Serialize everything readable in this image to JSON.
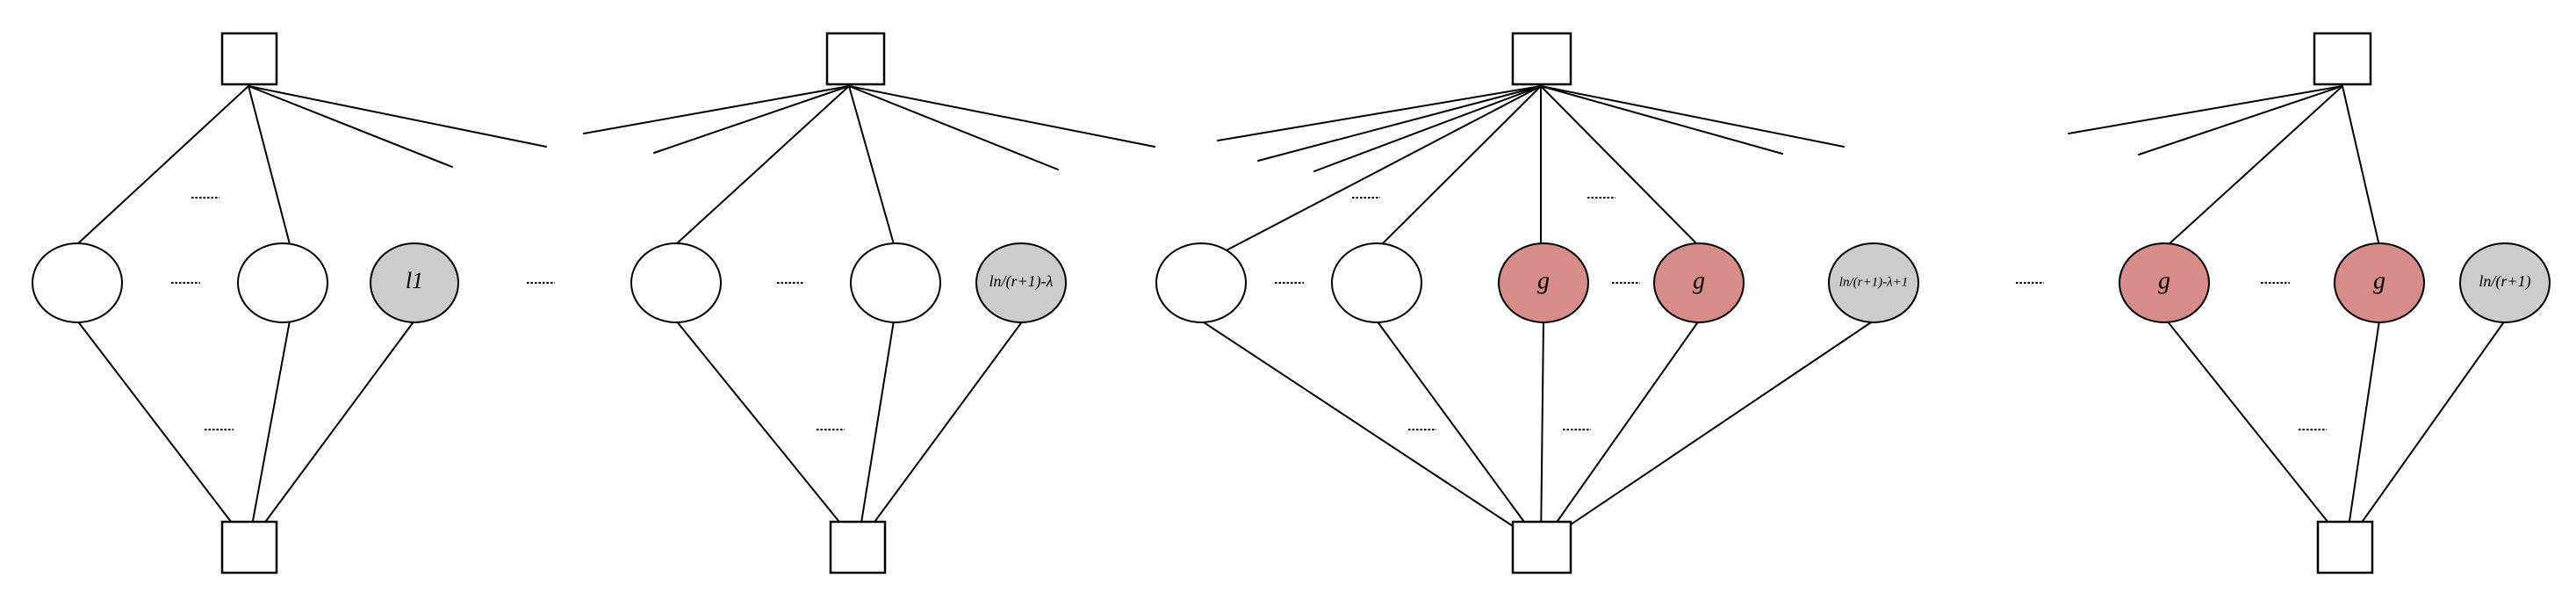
{
  "colors": {
    "empty_node": "#ffffff",
    "local_node": "#cccccc",
    "global_node": "#d88c8a",
    "line": "#000000"
  },
  "labels": {
    "l1": "l1",
    "l_mid": "ln/(r+1)-λ",
    "l_mid_next": "ln/(r+1)-λ+1",
    "l_last": "ln/(r+1)",
    "g": "g"
  },
  "node_kinds": {
    "empty": "empty",
    "local": "local",
    "global": "global"
  }
}
